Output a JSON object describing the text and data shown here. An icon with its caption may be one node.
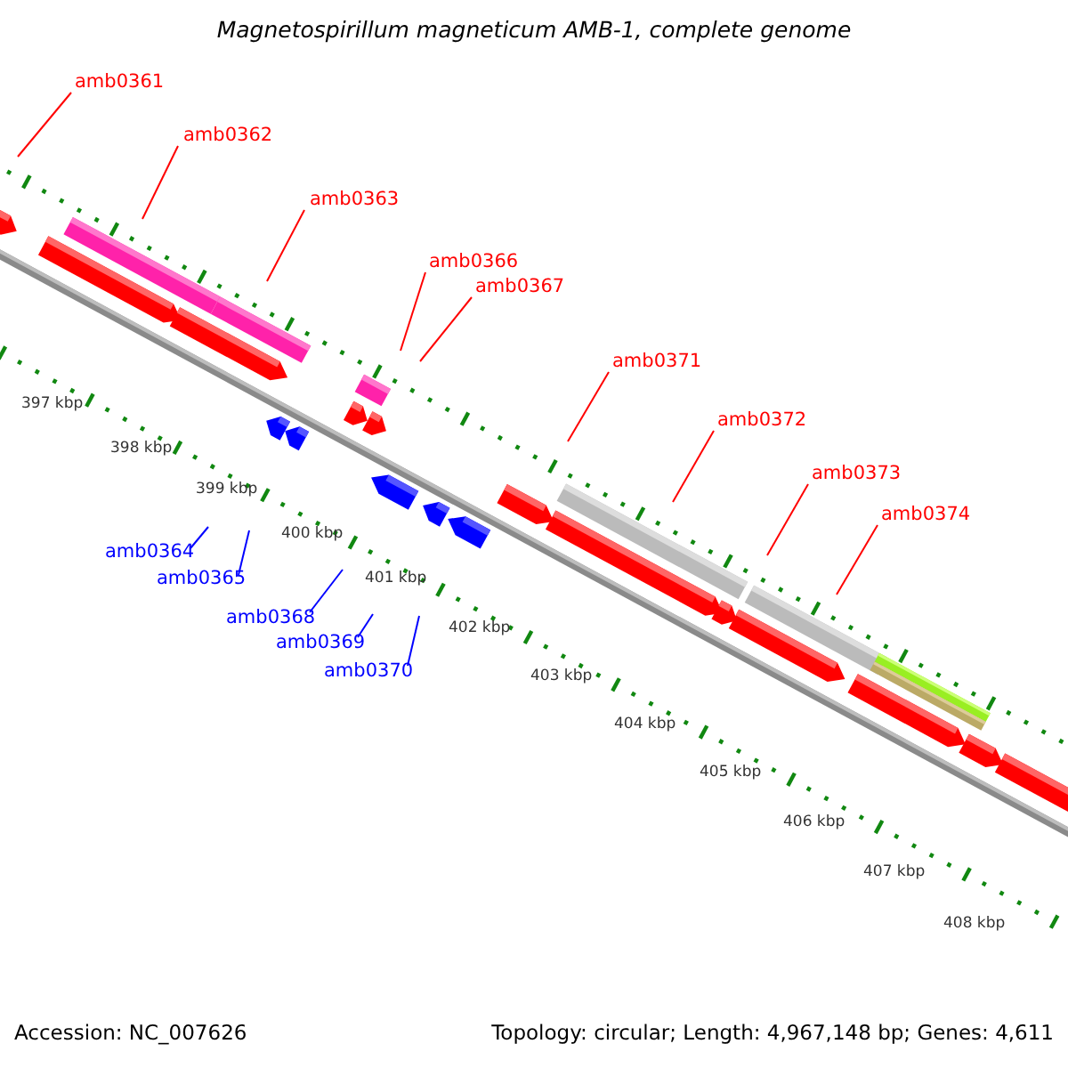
{
  "diagram": {
    "title": "Magnetospirillum magneticum AMB-1, complete genome",
    "nodes": [
      {
        "text": [
          "amb0361"
        ]
      },
      {
        "text": [
          "amb0362"
        ]
      },
      {
        "text": [
          "amb0363"
        ]
      },
      {
        "text": [
          "amb0366"
        ]
      },
      {
        "text": [
          "amb0367"
        ]
      },
      {
        "text": [
          "amb0371"
        ]
      },
      {
        "text": [
          "amb0372"
        ]
      },
      {
        "text": [
          "amb0373"
        ]
      },
      {
        "text": [
          "amb0374"
        ]
      },
      {
        "text": [
          "amb0364"
        ]
      },
      {
        "text": [
          "amb0365"
        ]
      },
      {
        "text": [
          "amb0368"
        ]
      },
      {
        "text": [
          "amb0369"
        ]
      },
      {
        "text": [
          "amb0370"
        ]
      }
    ],
    "edges": [
      {
        "from": 0,
        "to": null,
        "arrow": "none"
      },
      {
        "from": 1,
        "to": null,
        "arrow": "none"
      },
      {
        "from": 2,
        "to": null,
        "arrow": "none"
      },
      {
        "from": 3,
        "to": null,
        "arrow": "none"
      },
      {
        "from": 4,
        "to": null,
        "arrow": "none"
      },
      {
        "from": 5,
        "to": null,
        "arrow": "none"
      },
      {
        "from": 6,
        "to": null,
        "arrow": "none"
      },
      {
        "from": 7,
        "to": null,
        "arrow": "none"
      },
      {
        "from": 8,
        "to": null,
        "arrow": "none"
      },
      {
        "from": 9,
        "to": null,
        "arrow": "none",
        "color": "#0000ff"
      },
      {
        "from": 10,
        "to": null,
        "arrow": "none",
        "color": "#0000ff"
      },
      {
        "from": 11,
        "to": null,
        "arrow": "none",
        "color": "#0000ff"
      },
      {
        "from": 12,
        "to": null,
        "arrow": "none",
        "color": "#0000ff"
      },
      {
        "from": 13,
        "to": null,
        "arrow": "none",
        "color": "#0000ff"
      }
    ],
    "labels": [
      "397 kbp",
      "398 kbp",
      "399 kbp",
      "400 kbp",
      "401 kbp",
      "402 kbp",
      "403 kbp",
      "404 kbp",
      "405 kbp",
      "406 kbp",
      "407 kbp",
      "408 kbp",
      "Accession: NC_007626",
      "Topology: circular; Length: 4,967,148 bp; Genes: 4,611"
    ]
  }
}
